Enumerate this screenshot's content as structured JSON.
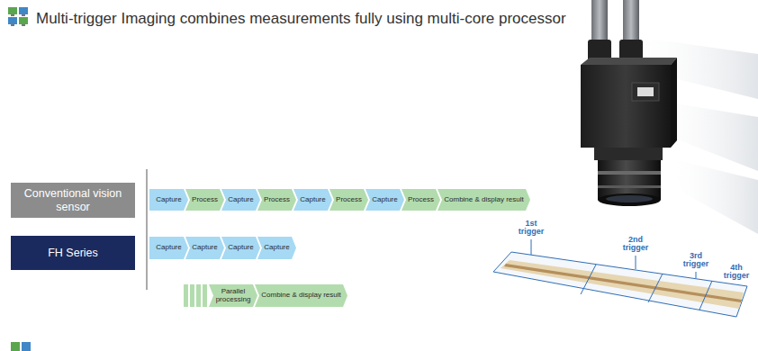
{
  "diagram": {
    "title": "Multi-trigger Imaging combines measurements fully using multi-core processor",
    "nodes": [
      {
        "text": [
          "Conventional vision sensor"
        ]
      },
      {
        "text": [
          "Capture"
        ]
      },
      {
        "text": [
          "Process"
        ]
      },
      {
        "text": [
          "Capture"
        ]
      },
      {
        "text": [
          "Process"
        ]
      },
      {
        "text": [
          "Capture"
        ]
      },
      {
        "text": [
          "Process"
        ]
      },
      {
        "text": [
          "Capture"
        ]
      },
      {
        "text": [
          "Process"
        ]
      },
      {
        "text": [
          "Combine & display result"
        ]
      },
      {
        "text": [
          "FH Series"
        ]
      },
      {
        "text": [
          "Capture"
        ]
      },
      {
        "text": [
          "Capture"
        ]
      },
      {
        "text": [
          "Capture"
        ]
      },
      {
        "text": [
          "Capture"
        ]
      },
      {
        "text": [
          "Parallel processing"
        ]
      },
      {
        "text": [
          "Combine & display result"
        ]
      }
    ],
    "labels": [
      "1st trigger",
      "2nd trigger",
      "3rd trigger",
      "4th trigger"
    ]
  }
}
